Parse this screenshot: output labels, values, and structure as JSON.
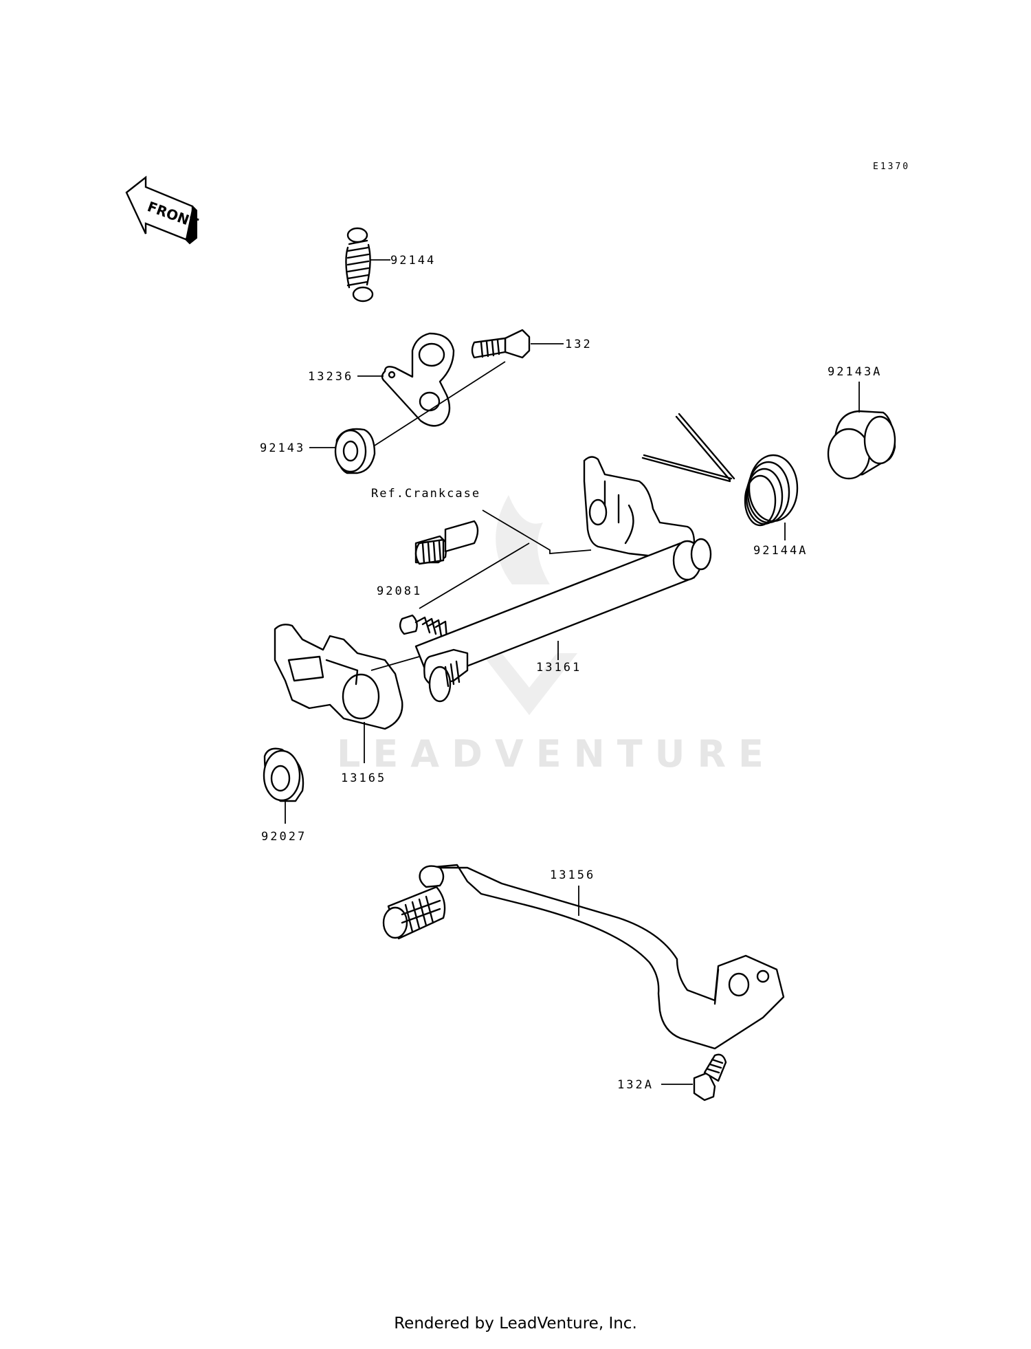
{
  "diagram": {
    "code": "E1370",
    "front_indicator": "FRONT",
    "reference_label": "Ref.Crankcase",
    "watermark": "LEADVENTURE",
    "parts": [
      {
        "id": "92144",
        "label": "92144"
      },
      {
        "id": "132",
        "label": "132"
      },
      {
        "id": "13236",
        "label": "13236"
      },
      {
        "id": "92143",
        "label": "92143"
      },
      {
        "id": "92143A",
        "label": "92143A"
      },
      {
        "id": "92144A",
        "label": "92144A"
      },
      {
        "id": "92081",
        "label": "92081"
      },
      {
        "id": "13161",
        "label": "13161"
      },
      {
        "id": "13165",
        "label": "13165"
      },
      {
        "id": "92027",
        "label": "92027"
      },
      {
        "id": "13156",
        "label": "13156"
      },
      {
        "id": "132A",
        "label": "132A"
      }
    ]
  },
  "footer": {
    "text": "Rendered by LeadVenture, Inc."
  }
}
